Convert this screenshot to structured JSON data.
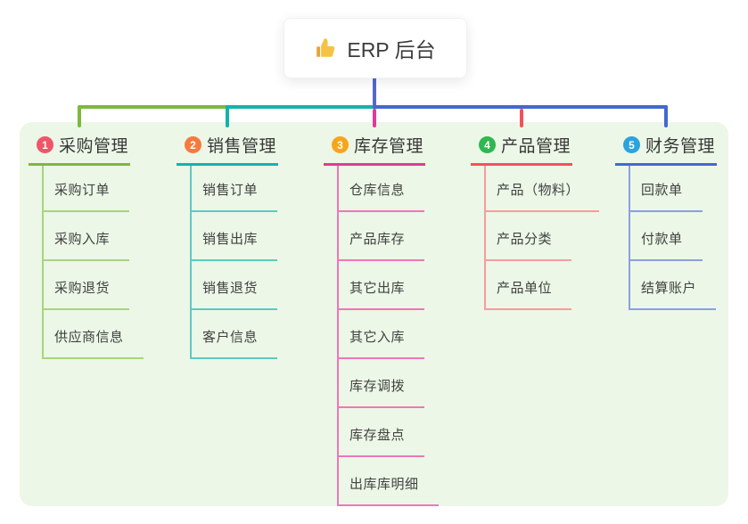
{
  "root": {
    "title": "ERP 后台",
    "icon": "thumbs-up-icon",
    "stem_color": "#5568cf"
  },
  "panel_color": "#ecf7e7",
  "branches": [
    {
      "badge": "1",
      "label": "采购管理",
      "badge_color": "#f0556a",
      "line_color": "#7cb93e",
      "child_line_color": "#a7d57d",
      "children": [
        "采购订单",
        "采购入库",
        "采购退货",
        "供应商信息"
      ]
    },
    {
      "badge": "2",
      "label": "销售管理",
      "badge_color": "#f7793e",
      "line_color": "#13b3ad",
      "child_line_color": "#5fc9c2",
      "children": [
        "销售订单",
        "销售出库",
        "销售退货",
        "客户信息"
      ]
    },
    {
      "badge": "3",
      "label": "库存管理",
      "badge_color": "#f9a51a",
      "line_color": "#e23a97",
      "child_line_color": "#ee77b7",
      "children": [
        "仓库信息",
        "产品库存",
        "其它出库",
        "其它入库",
        "库存调拨",
        "库存盘点",
        "出库库明细"
      ]
    },
    {
      "badge": "4",
      "label": "产品管理",
      "badge_color": "#2fb750",
      "line_color": "#f5515c",
      "child_line_color": "#f89b9b",
      "children": [
        "产品（物料）",
        "产品分类",
        "产品单位"
      ]
    },
    {
      "badge": "5",
      "label": "财务管理",
      "badge_color": "#2ba3de",
      "line_color": "#4368d2",
      "child_line_color": "#8aa0e4",
      "children": [
        "回款单",
        "付款单",
        "结算账户"
      ]
    }
  ]
}
